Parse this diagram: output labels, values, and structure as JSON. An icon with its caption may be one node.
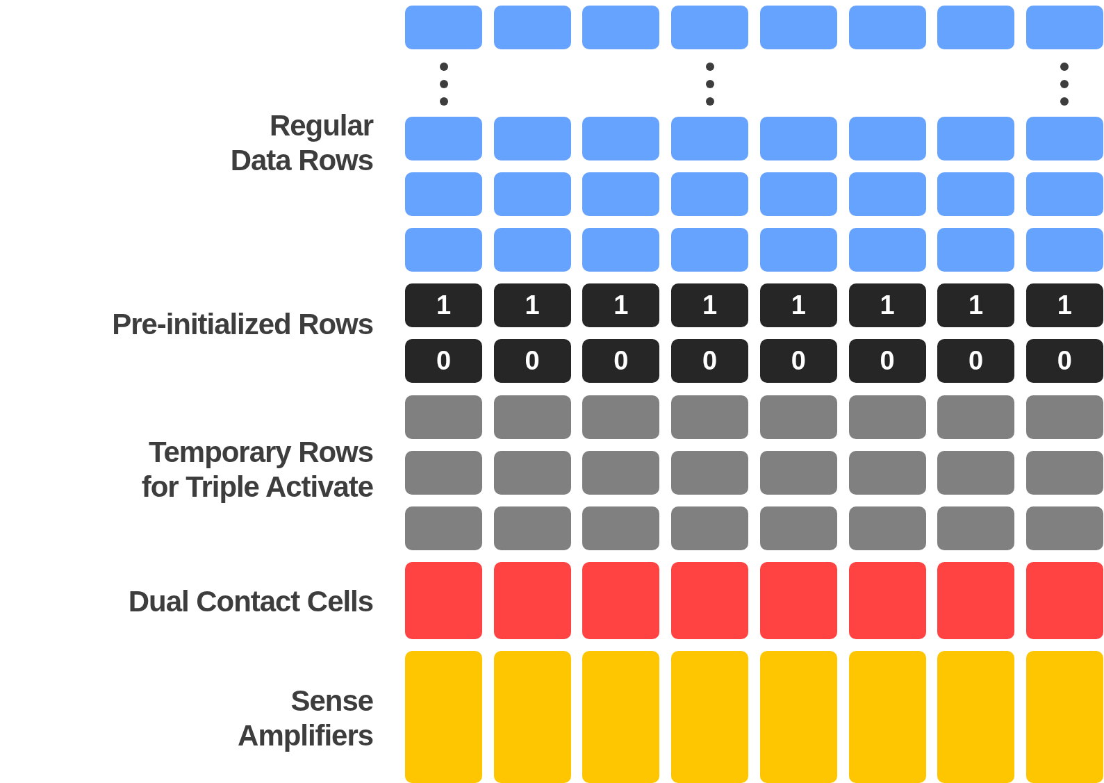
{
  "diagram": {
    "nodes": [
      {
        "text": [],
        "shape": "box"
      },
      {
        "text": [],
        "shape": "box"
      },
      {
        "text": [],
        "shape": "box"
      },
      {
        "text": [],
        "shape": "box"
      },
      {
        "text": [],
        "shape": "box"
      },
      {
        "text": [],
        "shape": "box"
      },
      {
        "text": [],
        "shape": "box"
      },
      {
        "text": [],
        "shape": "box"
      },
      {
        "text": [],
        "shape": "box"
      },
      {
        "text": [],
        "shape": "box"
      },
      {
        "text": [],
        "shape": "box"
      },
      {
        "text": [],
        "shape": "box"
      },
      {
        "text": [],
        "shape": "box"
      },
      {
        "text": [],
        "shape": "box"
      },
      {
        "text": [],
        "shape": "box"
      },
      {
        "text": [],
        "shape": "box"
      },
      {
        "text": [],
        "shape": "box"
      },
      {
        "text": [],
        "shape": "box"
      },
      {
        "text": [],
        "shape": "box"
      },
      {
        "text": [],
        "shape": "box"
      },
      {
        "text": [],
        "shape": "box"
      },
      {
        "text": [],
        "shape": "box"
      },
      {
        "text": [],
        "shape": "box"
      },
      {
        "text": [],
        "shape": "box"
      },
      {
        "text": [],
        "shape": "box"
      },
      {
        "text": [],
        "shape": "box"
      },
      {
        "text": [],
        "shape": "box"
      },
      {
        "text": [],
        "shape": "box"
      },
      {
        "text": [],
        "shape": "box"
      },
      {
        "text": [],
        "shape": "box"
      },
      {
        "text": [],
        "shape": "box"
      },
      {
        "text": [],
        "shape": "box"
      },
      {
        "text": [
          "1"
        ]
      },
      {
        "text": [
          "1"
        ]
      },
      {
        "text": [
          "1"
        ]
      },
      {
        "text": [
          "1"
        ]
      },
      {
        "text": [
          "1"
        ]
      },
      {
        "text": [
          "1"
        ]
      },
      {
        "text": [
          "1"
        ]
      },
      {
        "text": [
          "1"
        ]
      },
      {
        "text": [
          "0"
        ]
      },
      {
        "text": [
          "0"
        ]
      },
      {
        "text": [
          "0"
        ]
      },
      {
        "text": [
          "0"
        ]
      },
      {
        "text": [
          "0"
        ]
      },
      {
        "text": [
          "0"
        ]
      },
      {
        "text": [
          "0"
        ]
      },
      {
        "text": [
          "0"
        ]
      },
      {
        "text": [],
        "shape": "box"
      },
      {
        "text": [],
        "shape": "box"
      },
      {
        "text": [],
        "shape": "box"
      },
      {
        "text": [],
        "shape": "box"
      },
      {
        "text": [],
        "shape": "box"
      },
      {
        "text": [],
        "shape": "box"
      },
      {
        "text": [],
        "shape": "box"
      },
      {
        "text": [],
        "shape": "box"
      },
      {
        "text": [],
        "shape": "box"
      },
      {
        "text": [],
        "shape": "box"
      },
      {
        "text": [],
        "shape": "box"
      },
      {
        "text": [],
        "shape": "box"
      },
      {
        "text": [],
        "shape": "box"
      },
      {
        "text": [],
        "shape": "box"
      },
      {
        "text": [],
        "shape": "box"
      },
      {
        "text": [],
        "shape": "box"
      },
      {
        "text": [],
        "shape": "box"
      },
      {
        "text": [],
        "shape": "box"
      },
      {
        "text": [],
        "shape": "box"
      },
      {
        "text": [],
        "shape": "box"
      },
      {
        "text": [],
        "shape": "box"
      },
      {
        "text": [],
        "shape": "box"
      },
      {
        "text": [],
        "shape": "box"
      },
      {
        "text": [],
        "shape": "box"
      },
      {
        "text": [],
        "shape": "box"
      },
      {
        "text": [],
        "shape": "box"
      },
      {
        "text": [],
        "shape": "box"
      },
      {
        "text": [],
        "shape": "box"
      },
      {
        "text": [],
        "shape": "box"
      },
      {
        "text": [],
        "shape": "box"
      },
      {
        "text": [],
        "shape": "box"
      },
      {
        "text": [],
        "shape": "box"
      },
      {
        "text": [],
        "shape": "box"
      },
      {
        "text": [],
        "shape": "box"
      },
      {
        "text": [],
        "shape": "box"
      },
      {
        "text": [],
        "shape": "box"
      },
      {
        "text": [],
        "shape": "box"
      },
      {
        "text": [],
        "shape": "box"
      },
      {
        "text": [],
        "shape": "box"
      },
      {
        "text": [],
        "shape": "box"
      }
    ],
    "labels": [
      "Regular Data Rows",
      "Pre-initialized Rows",
      "Temporary Rows for Triple Activate",
      "Dual Contact Cells",
      "Sense Amplifiers"
    ]
  }
}
